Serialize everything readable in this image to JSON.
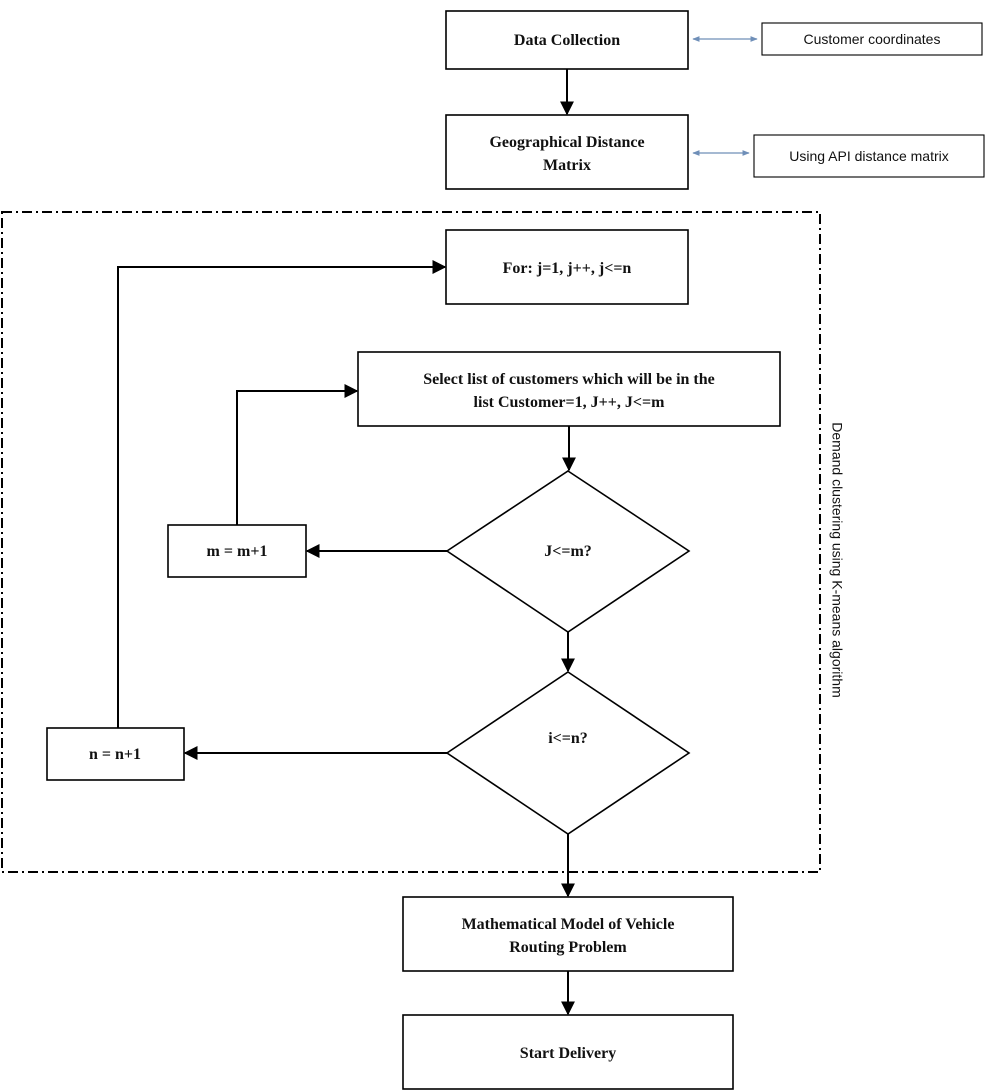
{
  "colors": {
    "line": "#000000",
    "connector": "#6f8fb8",
    "background": "#ffffff"
  },
  "nodes": {
    "data_collection": "Data Collection",
    "distance_matrix": [
      "Geographical Distance",
      "Matrix"
    ],
    "for_loop": "For: j=1, j++, j<=n",
    "select_customers": [
      "Select list of customers which will be in the",
      "list Customer=1, J++, J<=m"
    ],
    "decision_j": "J<=m?",
    "increment_m": "m = m+1",
    "decision_i": "i<=n?",
    "increment_n": "n = n+1",
    "vrp_model": [
      "Mathematical Model of Vehicle",
      "Routing Problem"
    ],
    "start_delivery": "Start Delivery"
  },
  "notes": {
    "customer_coordinates": "Customer coordinates",
    "api_distance": "Using API distance matrix"
  },
  "group_label": "Demand clustering using K-means algorithm"
}
